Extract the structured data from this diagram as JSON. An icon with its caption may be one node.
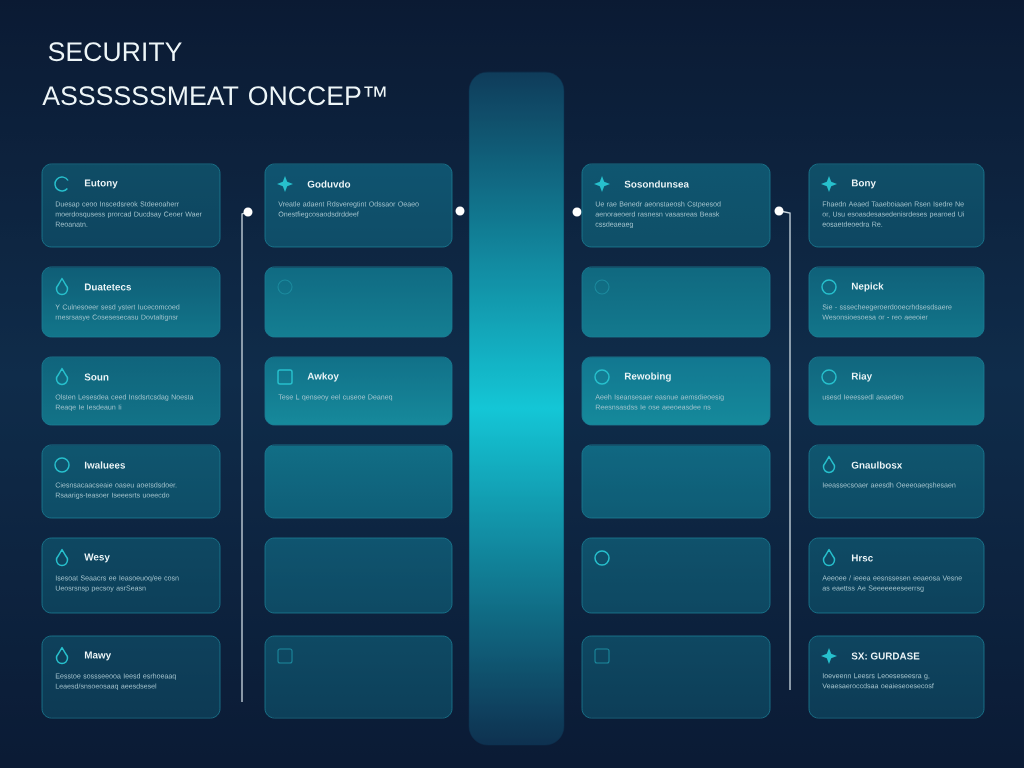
{
  "diagram": {
    "title": "SECURITY ASSSSSSMEAT ONCCEP™",
    "nodes": [
      {
        "text": [
          "Eutony",
          "Duesap ceoo Inscedsreok Stdeeoaherr moerdosqusess prorcad Ducdsay Ceoer Waer Reoanatn."
        ]
      },
      {
        "text": [
          "Goduvdo",
          "Vreatle adaent Rdsveregtint Odssaor Oeaeo Onestfiegcosaodsdrddeef"
        ]
      },
      {
        "text": [
          "Sosondunsea",
          "Ue rae Benedr aeonstaeosh Cstpeesod aenoraeoerd rasnesn vasasreas Beask cssdeaeaeg"
        ]
      },
      {
        "text": [
          "Bony",
          "Fhaedn Aeaed Taaeboiaaen Rsen Isedre Ne or, Usu esoasdesasedenisrdeses pearoed Ui eosaetdeoedra Re."
        ]
      },
      {
        "text": [
          "Duatetecs",
          "Y Culnesoeer sesd ystert Iucecomcoed rnesrsasye Cosesesecasu Dovtaltignsr"
        ]
      },
      {
        "text": [],
        "shape": "box"
      },
      {
        "text": [],
        "shape": "box"
      },
      {
        "text": [
          "Nepick",
          "Sie - sssecheegeroerdooecrhdsesdsaere Wesonsioesoesa or - reo aeeoier"
        ]
      },
      {
        "text": [
          "Soun",
          "Olsten Lesesdea ceed Insdsrtcsdag Noesta Reaqe Ie Iesdeaun Ii"
        ]
      },
      {
        "text": [
          "Awkoy",
          "Tese L qenseoy eel cuseoe Deaneq"
        ]
      },
      {
        "text": [
          "Rewobing",
          "Aeeh Iseansesaer easnue aemsdieoesig Reesnsasdss Ie ose aeeoeasdee ns"
        ]
      },
      {
        "text": [
          "Riay",
          "usesd Ieeessedl aeaedeo"
        ]
      },
      {
        "text": [
          "Iwaluees",
          "Ciesnsacaacseaie oaseu aoetsdsdoer. Rsaarigs-teasoer Iseeesrts uoeecdo"
        ]
      },
      {
        "text": [],
        "shape": "box"
      },
      {
        "text": [],
        "shape": "box"
      },
      {
        "text": [
          "Gnaulbosx",
          "Ieeassecsoaer aeesdh Oeeeoaeqshesaen"
        ]
      },
      {
        "text": [
          "Wesy",
          "Isesoat Seaacrs ee Ieasoeuoq/ee cosn Ueosrsnsp pecsoy asrSeasn"
        ]
      },
      {
        "text": [],
        "shape": "box"
      },
      {
        "text": [],
        "shape": "box"
      },
      {
        "text": [
          "Hrsc",
          "Aeeoee / ieeea eesnssesen eeaeosa Vesne as eaettss Ae Seeeeeeeseerrsg"
        ]
      },
      {
        "text": [
          "Mawy",
          "Eesstoe sossseeooa Ieesd esrhoeaaq Leaesd/snsoeosaaq aeesdsesel"
        ]
      },
      {
        "text": [],
        "shape": "box"
      },
      {
        "text": [],
        "shape": "box"
      },
      {
        "text": [
          "SX: GURDASE",
          "Ioeveenn Leesrs Leoeseseesra g, Veaesaeroccdsaa oeaieseoesecosf"
        ]
      },
      {
        "text": [],
        "shape": "bar"
      }
    ]
  }
}
